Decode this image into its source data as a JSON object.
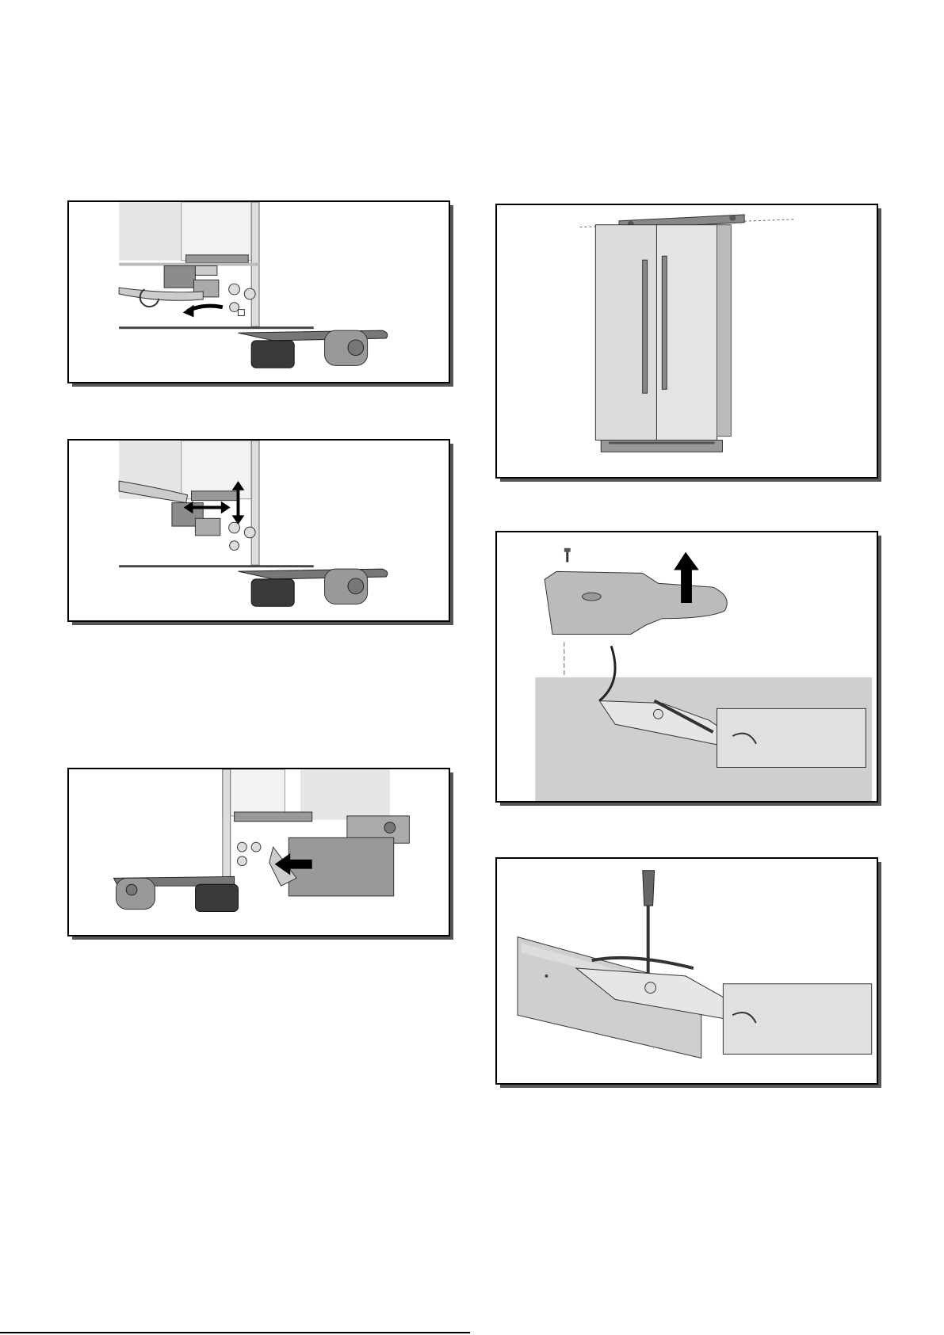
{
  "page": {
    "figures": [
      {
        "name": "loosen-lock-nut",
        "icon": "wrench-counterclockwise-icon"
      },
      {
        "name": "adjust-foot-height",
        "icon": "wrench-up-down-icon"
      },
      {
        "name": "slide-bracket",
        "icon": "push-arrow-icon"
      },
      {
        "name": "level-refrigerator",
        "icon": "spirit-level-icon"
      },
      {
        "name": "remove-hinge-cover",
        "icon": "lift-arrow-icon"
      },
      {
        "name": "unscrew-hinge-plate",
        "icon": "screwdriver-icon"
      }
    ]
  }
}
